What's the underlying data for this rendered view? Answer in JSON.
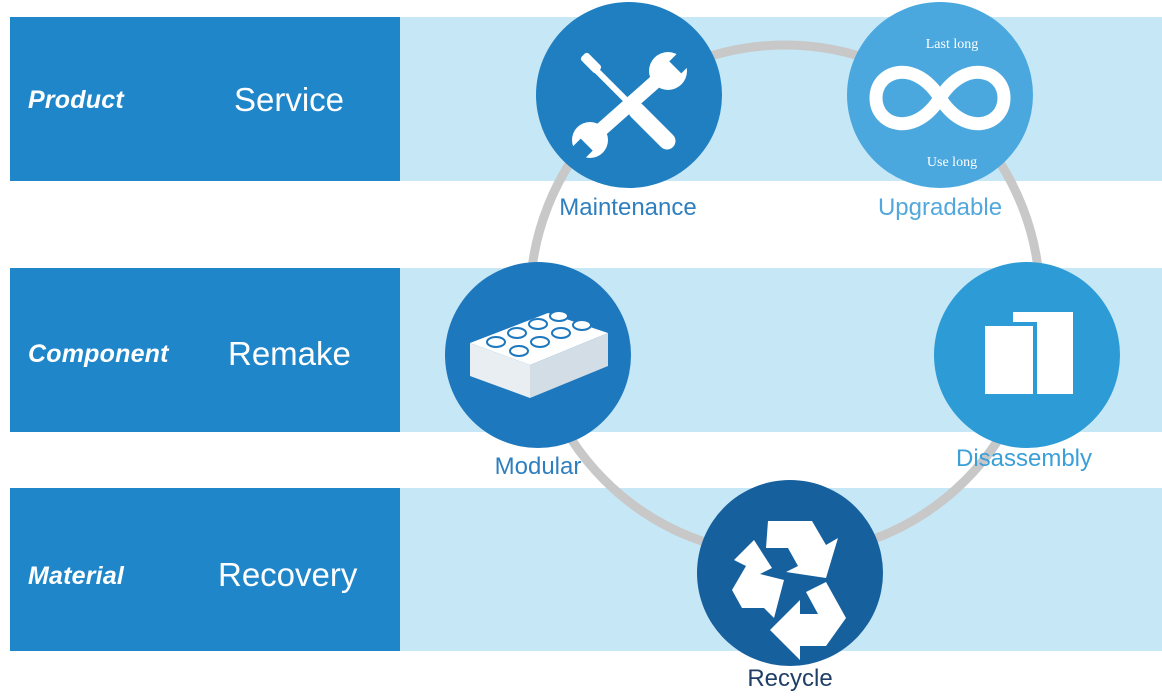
{
  "levels": [
    {
      "level": "Product",
      "strategy": "Service"
    },
    {
      "level": "Component",
      "strategy": "Remake"
    },
    {
      "level": "Material",
      "strategy": "Recovery"
    }
  ],
  "cycle": {
    "maintenance": "Maintenance",
    "upgradable": "Upgradable",
    "upgradable_top": "Last long",
    "upgradable_bottom": "Use long",
    "modular": "Modular",
    "disassembly": "Disassembly",
    "recycle": "Recycle"
  },
  "colors": {
    "band": "#c6e7f6",
    "label_box": "#1f86c9",
    "ring": "#c8c8c8",
    "maintenance": "#1f7fc1",
    "upgradable": "#4aa8df",
    "modular": "#1e78be",
    "disassembly": "#2c9bd6",
    "recycle": "#16609e"
  },
  "icons": {
    "maintenance": "wrench-screwdriver-icon",
    "upgradable": "infinity-icon",
    "modular": "lego-brick-icon",
    "disassembly": "stacked-squares-icon",
    "recycle": "recycle-icon"
  }
}
